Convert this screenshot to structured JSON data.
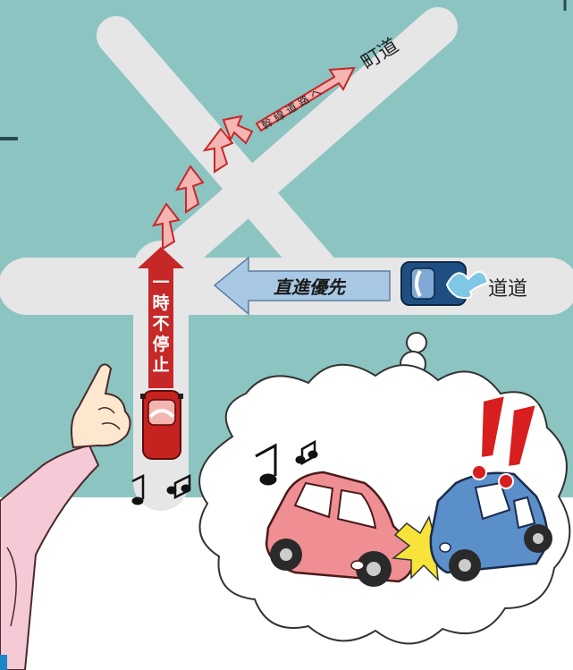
{
  "labels": {
    "town_road": "町道",
    "prefectural_road": "道道",
    "to_trunk_road": "幹線道路へ",
    "straight_priority": "直進優先",
    "temporary_stop": [
      "一",
      "時",
      "不",
      "停",
      "止"
    ]
  },
  "icons": {
    "music_notes": "music-note-icon",
    "collision": "collision-burst-icon",
    "exclamation": "double-exclamation-icon"
  },
  "colors": {
    "background": "#8cc4c2",
    "road": "#e6e6e6",
    "trunk_arrow": "#c62828",
    "priority_arrow": "#a8c8e4",
    "red_car": "#c5231f",
    "blue_car": "#1f4f82",
    "pink_car": "#ef8f93",
    "cloud": "#ffffff"
  }
}
